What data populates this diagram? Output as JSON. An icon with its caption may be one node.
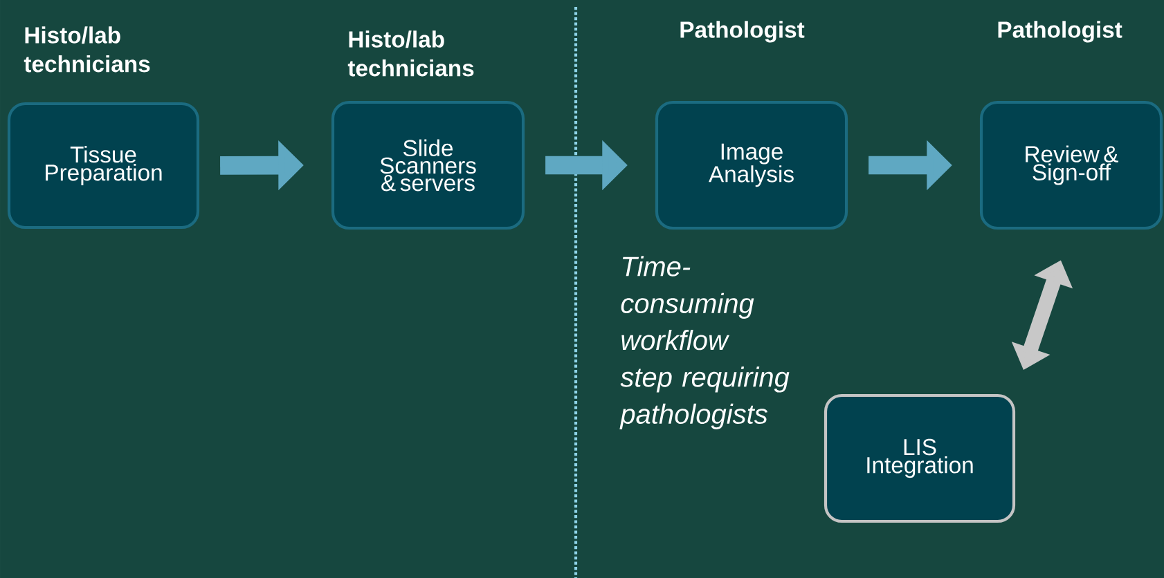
{
  "diagram": {
    "nodes": [
      {
        "text": [
          "Histo/lab technicians",
          "Tissue Preparation"
        ]
      },
      {
        "text": [
          "Histo/lab technicians",
          "Slide Scanners & servers"
        ]
      },
      {
        "text": [
          "Pathologist",
          "Image Analysis"
        ],
        "beside": [
          "Time-consuming workflow step requiring pathologists"
        ]
      },
      {
        "text": [
          "Pathologist",
          "Review & Sign-off"
        ]
      },
      {
        "text": [
          "LIS Integration"
        ]
      }
    ],
    "edges": [
      {
        "from": 0,
        "to": 1,
        "arrow": "to"
      },
      {
        "from": 1,
        "to": 2,
        "arrow": "to"
      },
      {
        "from": 2,
        "to": 3,
        "arrow": "to"
      },
      {
        "from": 3,
        "to": 4,
        "arrow": "both",
        "color": "#c8c8c8"
      }
    ]
  }
}
